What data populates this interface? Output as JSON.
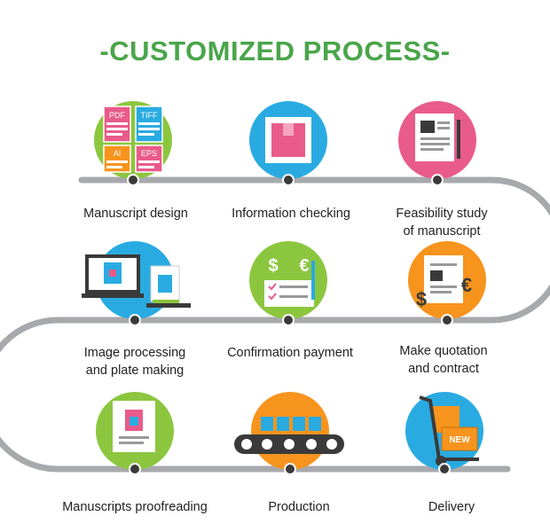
{
  "title": "-CUSTOMIZED PROCESS-",
  "steps": [
    {
      "label_lines": [
        "Manuscript design"
      ],
      "icon_tags": [
        "PDF",
        "TIFF",
        "AI",
        "EPS"
      ]
    },
    {
      "label_lines": [
        "Information checking"
      ]
    },
    {
      "label_lines": [
        "Feasibility study",
        "of manuscript"
      ]
    },
    {
      "label_lines": [
        "Make quotation",
        "and contract"
      ],
      "icon_symbols": [
        "$",
        "€"
      ]
    },
    {
      "label_lines": [
        "Confirmation payment"
      ],
      "icon_symbols": [
        "$",
        "€"
      ]
    },
    {
      "label_lines": [
        "Image processing",
        "and plate making"
      ]
    },
    {
      "label_lines": [
        "Manuscripts proofreading"
      ]
    },
    {
      "label_lines": [
        "Production"
      ]
    },
    {
      "label_lines": [
        "Delivery"
      ],
      "icon_tags": [
        "NEW"
      ]
    }
  ],
  "colors": {
    "title": "#4aa54a",
    "track": "#a7a9ac",
    "green": "#8cc63f",
    "blue": "#29abe2",
    "pink": "#e95b8a",
    "orange": "#f7941d",
    "red": "#ed1c24",
    "dark": "#3a3a3a"
  }
}
